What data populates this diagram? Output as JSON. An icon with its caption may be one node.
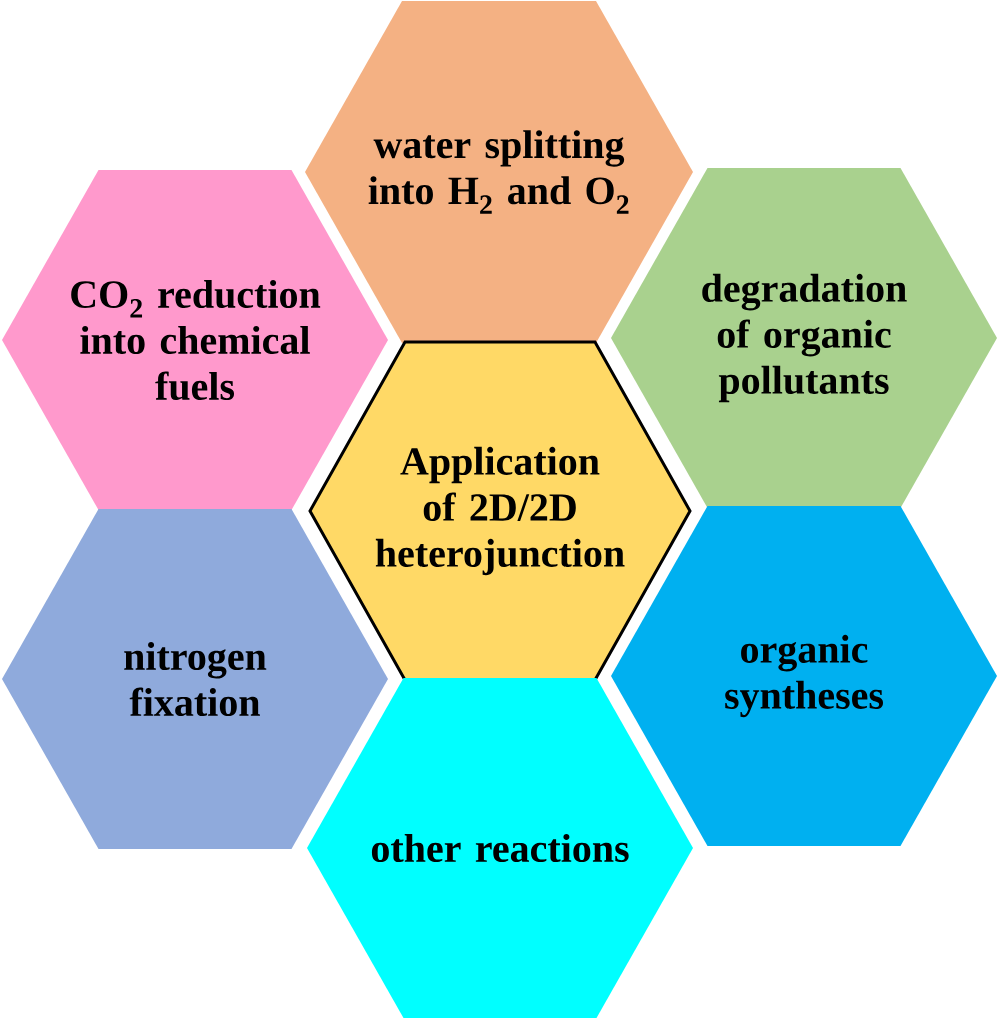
{
  "diagram": {
    "nodes": [
      {
        "text": [
          "water splitting into H$_{2}$ and O$_{2}$"
        ]
      },
      {
        "text": [
          "CO$_{2}$ reduction into chemical fuels"
        ]
      },
      {
        "text": [
          "degradation of organic pollutants"
        ]
      },
      {
        "text": [
          "Application of 2D/2D heterojunction"
        ]
      },
      {
        "text": [
          "nitrogen fixation"
        ]
      },
      {
        "text": [
          "organic syntheses"
        ]
      },
      {
        "text": [
          "other reactions"
        ]
      }
    ]
  }
}
